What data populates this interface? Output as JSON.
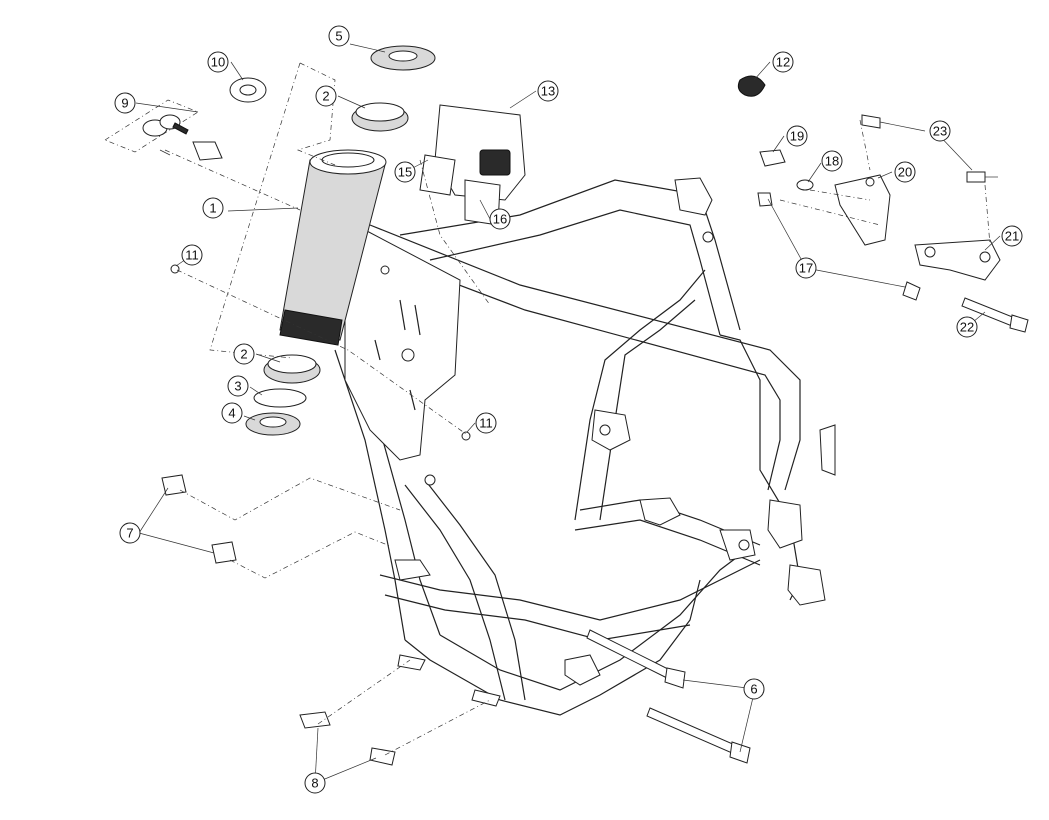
{
  "callouts": [
    {
      "id": "c1",
      "label": "1"
    },
    {
      "id": "c2a",
      "label": "2"
    },
    {
      "id": "c2b",
      "label": "2"
    },
    {
      "id": "c3",
      "label": "3"
    },
    {
      "id": "c4",
      "label": "4"
    },
    {
      "id": "c5",
      "label": "5"
    },
    {
      "id": "c6",
      "label": "6"
    },
    {
      "id": "c7",
      "label": "7"
    },
    {
      "id": "c8",
      "label": "8"
    },
    {
      "id": "c9",
      "label": "9"
    },
    {
      "id": "c10",
      "label": "10"
    },
    {
      "id": "c11a",
      "label": "11"
    },
    {
      "id": "c11b",
      "label": "11"
    },
    {
      "id": "c12",
      "label": "12"
    },
    {
      "id": "c13",
      "label": "13"
    },
    {
      "id": "c15",
      "label": "15"
    },
    {
      "id": "c16",
      "label": "16"
    },
    {
      "id": "c17",
      "label": "17"
    },
    {
      "id": "c18",
      "label": "18"
    },
    {
      "id": "c19",
      "label": "19"
    },
    {
      "id": "c20",
      "label": "20"
    },
    {
      "id": "c21",
      "label": "21"
    },
    {
      "id": "c22",
      "label": "22"
    },
    {
      "id": "c23",
      "label": "23"
    }
  ]
}
